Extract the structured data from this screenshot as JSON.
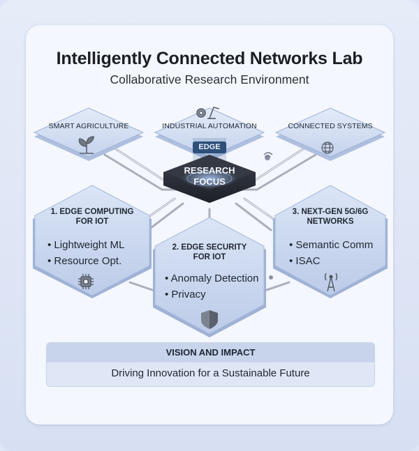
{
  "title": "Intelligently Connected Networks Lab",
  "subtitle": "Collaborative Research Environment",
  "top_nodes": [
    {
      "label": "SMART AGRICULTURE",
      "icon": "seedling-icon"
    },
    {
      "label": "INDUSTRIAL AUTOMATION",
      "icon": "robot-arm-gear-icon"
    },
    {
      "label": "CONNECTED SYSTEMS",
      "icon": "globe-network-icon"
    }
  ],
  "edge_label": "EDGE",
  "focus": {
    "line1": "RESEARCH",
    "line2": "FOCUS"
  },
  "areas": [
    {
      "title_line1": "1. EDGE COMPUTING",
      "title_line2": "FOR IOT",
      "bullets": [
        "Lightweight ML",
        "Resource Opt."
      ],
      "icon": "microchip-icon"
    },
    {
      "title_line1": "2. EDGE SECURITY",
      "title_line2": "FOR IOT",
      "bullets": [
        "Anomaly Detection",
        "Privacy"
      ],
      "icon": "shield-icon"
    },
    {
      "title_line1": "3. NEXT-GEN 5G/6G",
      "title_line2": "NETWORKS",
      "bullets": [
        "Semantic Comm",
        "ISAC"
      ],
      "icon": "antenna-tower-icon"
    }
  ],
  "vision": {
    "heading": "VISION AND IMPACT",
    "text": "Driving Innovation for a Sustainable Future"
  },
  "colors": {
    "node_fill": "#c9d7f0",
    "node_edge": "#a7b9dc",
    "focus_fill": "#2b2f38",
    "accent": "#2e4f7a"
  }
}
